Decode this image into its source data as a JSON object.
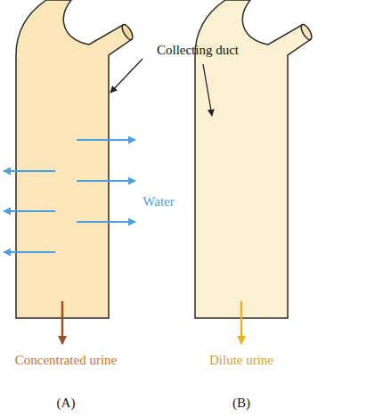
{
  "diagram": {
    "labels": [
      "Collecting duct",
      "Water",
      "Concentrated urine",
      "Dilute urine",
      "(A)",
      "(B)"
    ]
  }
}
